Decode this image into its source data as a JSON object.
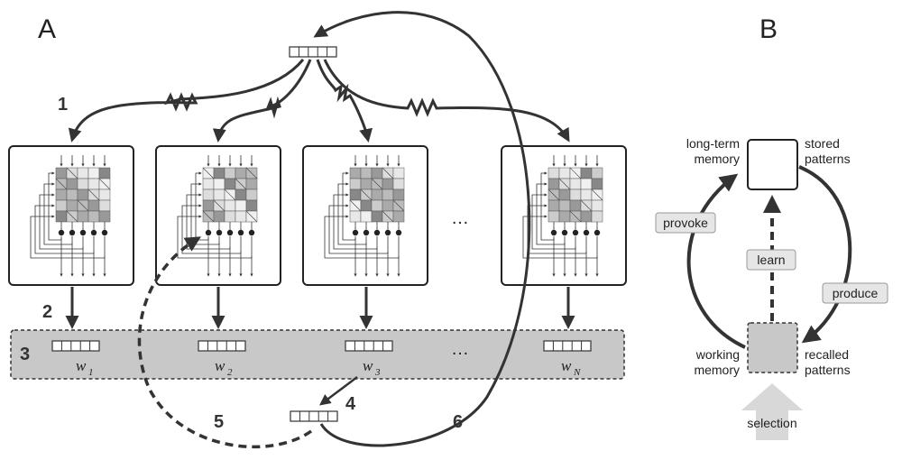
{
  "panels": {
    "a": "A",
    "b": "B"
  },
  "steps": [
    "1",
    "2",
    "3",
    "4",
    "5",
    "6"
  ],
  "ellipsis": "…",
  "memory_cells": [
    {
      "name": "w",
      "sub": "1"
    },
    {
      "name": "w",
      "sub": "2"
    },
    {
      "name": "w",
      "sub": "3"
    },
    {
      "name": "w",
      "sub": "N"
    }
  ],
  "panel_b": {
    "top_left_label": [
      "long-term",
      "memory"
    ],
    "top_right_label": [
      "stored",
      "patterns"
    ],
    "bottom_left_label": [
      "working",
      "memory"
    ],
    "bottom_right_label": [
      "recalled",
      "patterns"
    ],
    "tags": {
      "provoke": "provoke",
      "learn": "learn",
      "produce": "produce"
    },
    "selection": "selection"
  },
  "colors": {
    "stroke": "#333333",
    "band": "#c8c8c8",
    "tag_fill": "#e6e6e6",
    "selection_arrow": "#d8d8d8"
  }
}
